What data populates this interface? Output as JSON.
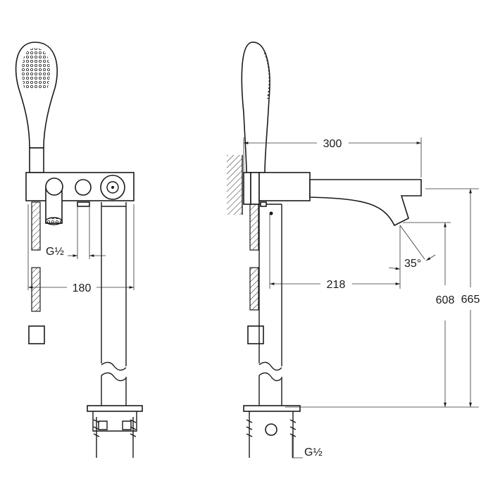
{
  "front_view": {
    "width_dim": "180",
    "thread_label": "G½"
  },
  "side_view": {
    "projection_dim": "300",
    "spout_reach_dim": "218",
    "spout_angle": "35°",
    "spout_height_dim": "608",
    "total_height_dim": "665",
    "thread_label": "G½"
  }
}
